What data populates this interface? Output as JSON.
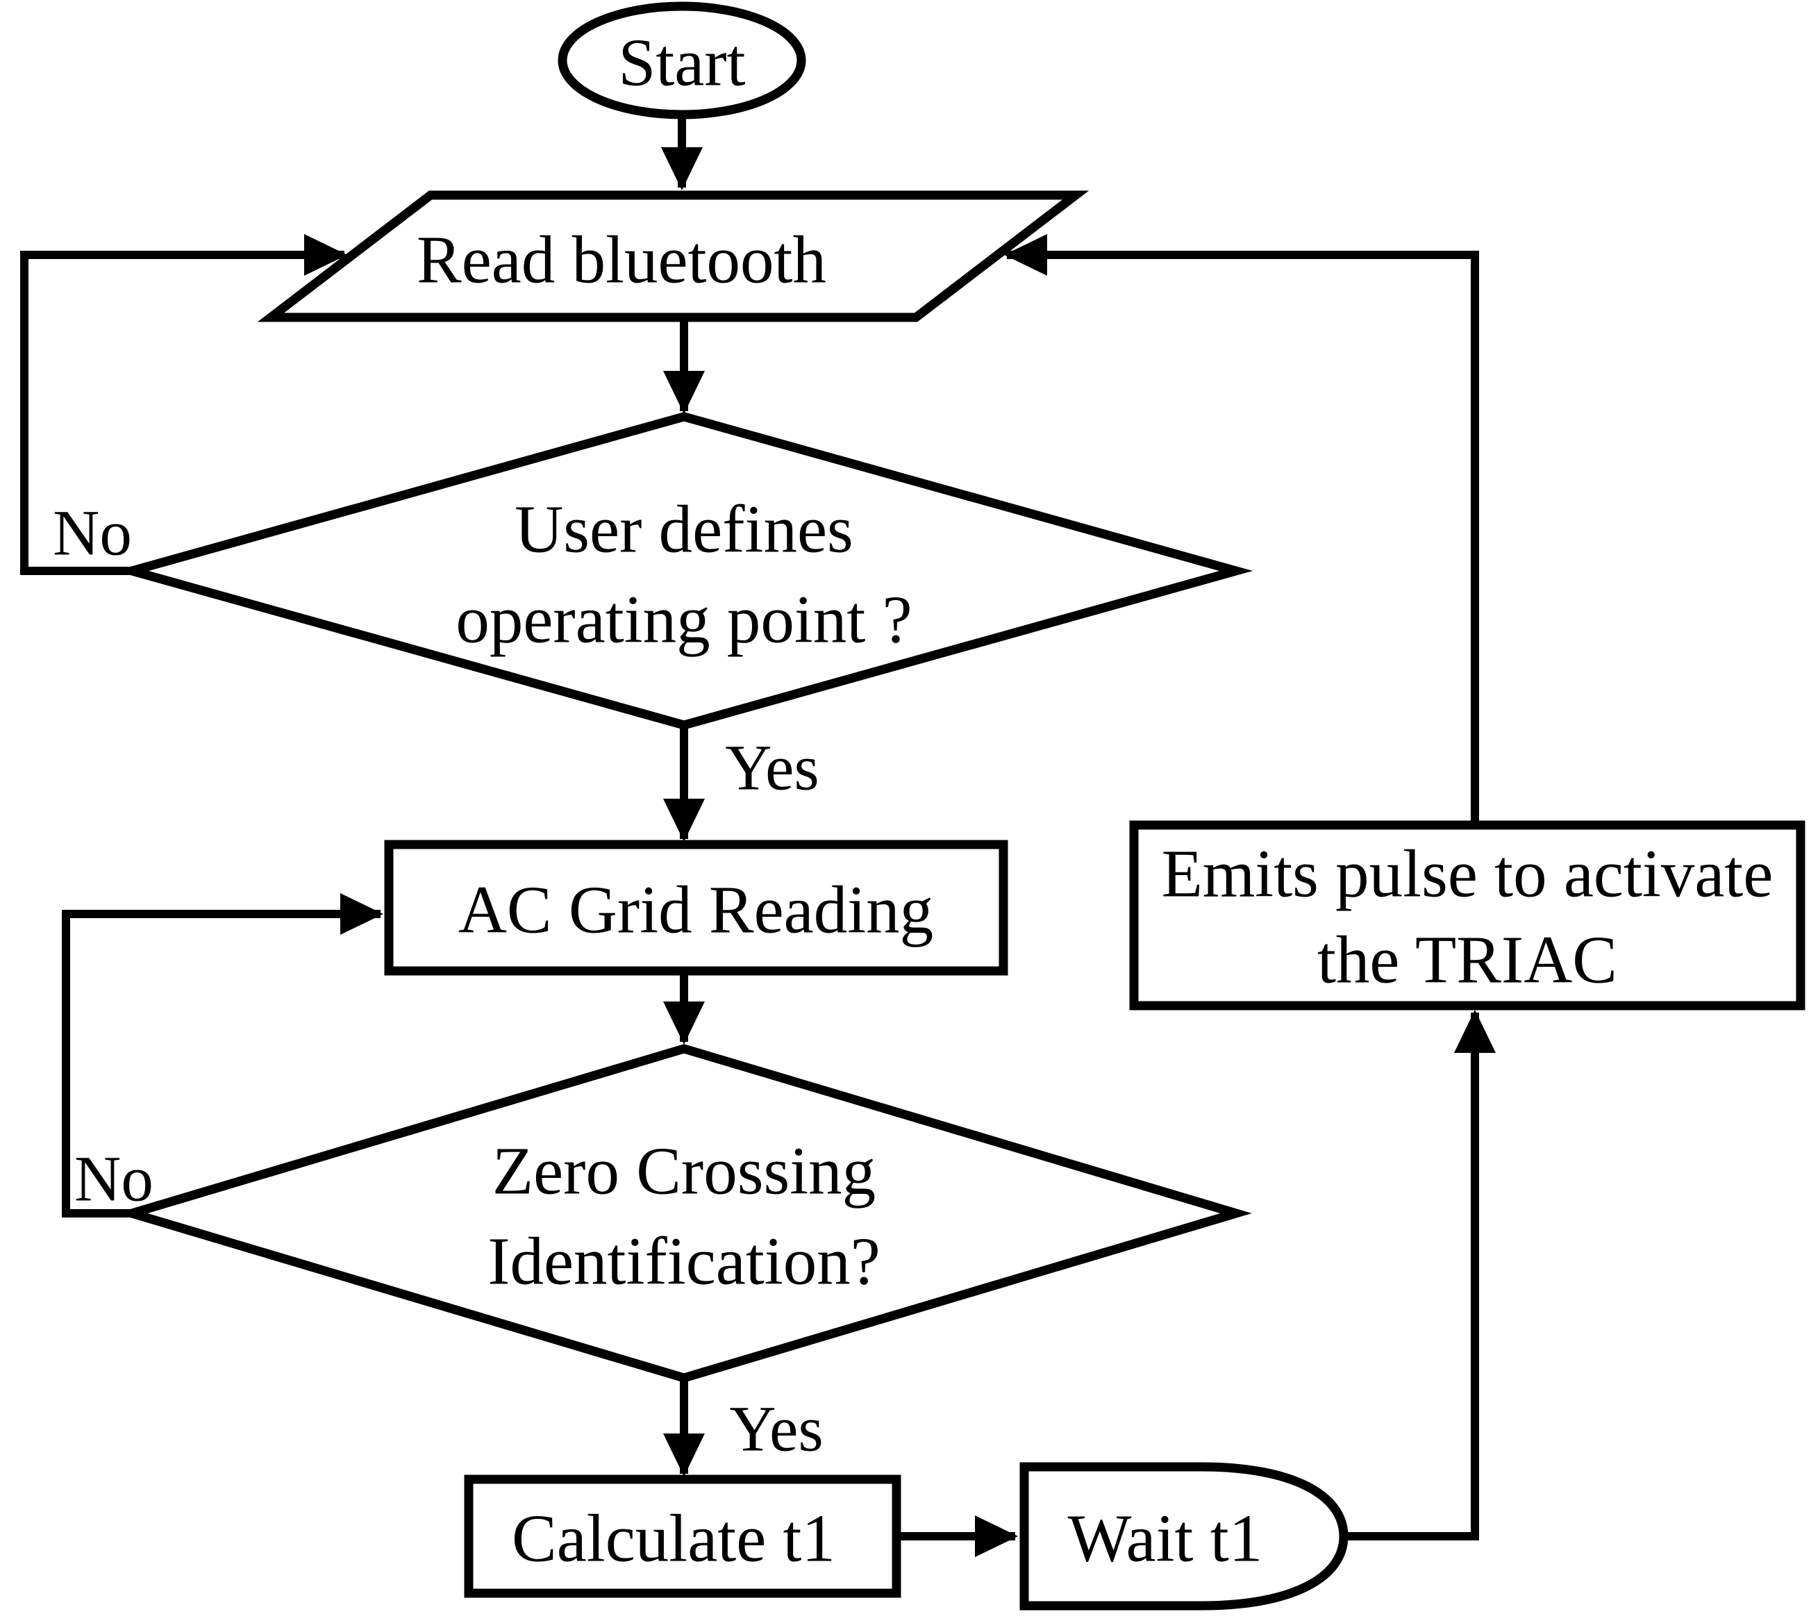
{
  "diagram": {
    "type": "flowchart",
    "background_color": "#ffffff",
    "stroke_color": "#000000",
    "text_color": "#000000",
    "nodes": {
      "start": {
        "type": "terminator",
        "label": "Start"
      },
      "read_bluetooth": {
        "type": "input-output",
        "label": "Read bluetooth"
      },
      "user_defines_operating_point": {
        "type": "decision",
        "lines": [
          "User defines",
          "operating point ?"
        ]
      },
      "ac_grid_reading": {
        "type": "process",
        "label": "AC Grid Reading"
      },
      "zero_crossing_identification": {
        "type": "decision",
        "lines": [
          "Zero Crossing",
          "Identification?"
        ]
      },
      "calculate_t1": {
        "type": "process",
        "label": "Calculate t1"
      },
      "wait_t1": {
        "type": "delay",
        "label": "Wait t1"
      },
      "emits_pulse_triac": {
        "type": "process",
        "lines": [
          "Emits pulse to activate",
          "the TRIAC"
        ]
      }
    },
    "edge_labels": {
      "user_defines_no": "No",
      "user_defines_yes": "Yes",
      "zero_crossing_no": "No",
      "zero_crossing_yes": "Yes"
    }
  }
}
